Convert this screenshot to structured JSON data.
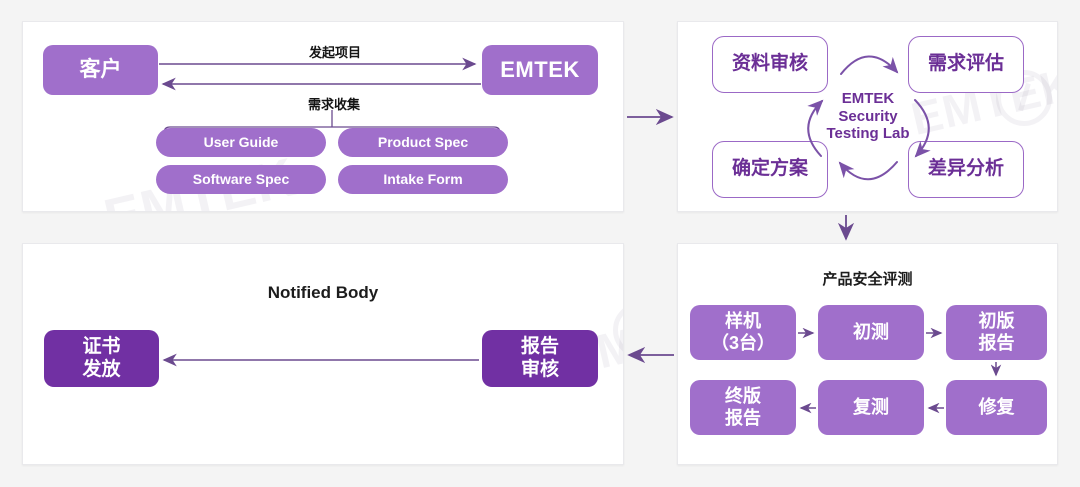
{
  "colors": {
    "page_background": "#f4f4f4",
    "panel_background": "#ffffff",
    "panel_border": "#e9e9ec",
    "node_fill": "#a06fcb",
    "node_fill_dark": "#7130a3",
    "outline_border": "#9b69c6",
    "outline_text": "#6b2f96",
    "arrow": "#6b4a8f",
    "title_text": "#1c1c1c",
    "node_text": "#ffffff"
  },
  "watermark": {
    "text": "EMTEK",
    "logo": "emtek-ring-logo"
  },
  "panels": {
    "client_intake": {
      "name": "client-intake-panel",
      "client_box": "客户",
      "emtek_box": "EMTEK",
      "arrow_top_label": "发起项目",
      "arrow_bottom_label": "需求收集",
      "documents": [
        "User Guide",
        "Product Spec",
        "Software Spec",
        "Intake Form"
      ]
    },
    "security_lab": {
      "name": "security-lab-panel",
      "center_label": "EMTEK\nSecurity\nTesting Lab",
      "steps": [
        "资料审核",
        "需求评估",
        "确定方案",
        "差异分析"
      ],
      "cycle_arrows": [
        "arc-top-right",
        "arc-right-down",
        "arc-bottom-left",
        "arc-left-up"
      ]
    },
    "product_security_assessment": {
      "name": "product-security-assessment-panel",
      "title": "产品安全评测",
      "steps": [
        "样机\n（3台）",
        "初测",
        "初版\n报告",
        "修复",
        "复测",
        "终版\n报告"
      ]
    },
    "notified_body": {
      "name": "notified-body-panel",
      "title": "Notified Body",
      "certificate_box": "证书\n发放",
      "report_review_box": "报告\n审核"
    }
  },
  "connectors": [
    {
      "name": "tl-to-tr-arrow",
      "direction": "right"
    },
    {
      "name": "tr-to-br-arrow",
      "direction": "down"
    },
    {
      "name": "br-to-bl-arrow",
      "direction": "left"
    }
  ]
}
